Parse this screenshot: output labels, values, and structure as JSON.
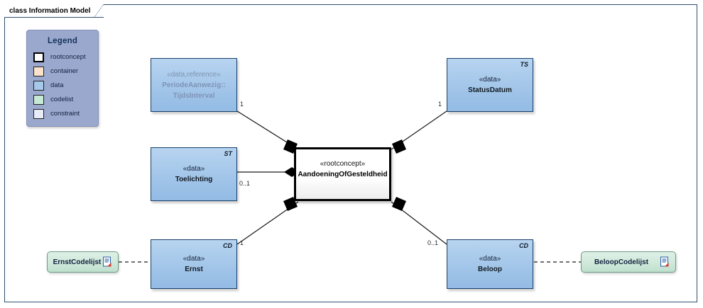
{
  "diagram": {
    "title": "class Information Model",
    "frame_border_color": "#2f4f70"
  },
  "legend": {
    "title": "Legend",
    "items": [
      {
        "label": "rootconcept",
        "color": "#ffffff",
        "style": "thick"
      },
      {
        "label": "container",
        "color": "#fbe2cb",
        "style": "thin"
      },
      {
        "label": "data",
        "color": "#a6c8ea",
        "style": "thin"
      },
      {
        "label": "codelist",
        "color": "#c6ead6",
        "style": "thin"
      },
      {
        "label": "constraint",
        "color": "#e8ebf8",
        "style": "thin"
      }
    ],
    "background": "#9aa8cd"
  },
  "nodes": [
    {
      "id": "periode",
      "stereotype": "«data,reference»",
      "name_line1": "PeriodeAanwezig::",
      "name_line2": "TijdsInterval",
      "corner_tag": "",
      "kind": "data-muted"
    },
    {
      "id": "statusdatum",
      "stereotype": "«data»",
      "name": "StatusDatum",
      "corner_tag": "TS",
      "kind": "data"
    },
    {
      "id": "toelichting",
      "stereotype": "«data»",
      "name": "Toelichting",
      "corner_tag": "ST",
      "kind": "data"
    },
    {
      "id": "root",
      "stereotype": "«rootconcept»",
      "name": "AandoeningOfGesteldheid",
      "corner_tag": "",
      "kind": "rootconcept"
    },
    {
      "id": "ernst",
      "stereotype": "«data»",
      "name": "Ernst",
      "corner_tag": "CD",
      "kind": "data"
    },
    {
      "id": "beloop",
      "stereotype": "«data»",
      "name": "Beloop",
      "corner_tag": "CD",
      "kind": "data"
    }
  ],
  "codelists": [
    {
      "id": "ernstcodelijst",
      "label": "ErnstCodelijst",
      "icon": "document-icon"
    },
    {
      "id": "beloopcodelijst",
      "label": "BeloopCodelijst",
      "icon": "document-icon"
    }
  ],
  "associations": [
    {
      "from": "periode",
      "to": "root",
      "multiplicity": "1",
      "type": "composition"
    },
    {
      "from": "statusdatum",
      "to": "root",
      "multiplicity": "1",
      "type": "composition"
    },
    {
      "from": "toelichting",
      "to": "root",
      "multiplicity": "0..1",
      "type": "composition"
    },
    {
      "from": "ernst",
      "to": "root",
      "multiplicity": "1",
      "type": "composition"
    },
    {
      "from": "beloop",
      "to": "root",
      "multiplicity": "0..1",
      "type": "composition"
    },
    {
      "from": "ernstcodelijst",
      "to": "ernst",
      "multiplicity": "",
      "type": "dependency"
    },
    {
      "from": "beloop",
      "to": "beloopcodelijst",
      "multiplicity": "",
      "type": "dependency"
    }
  ]
}
